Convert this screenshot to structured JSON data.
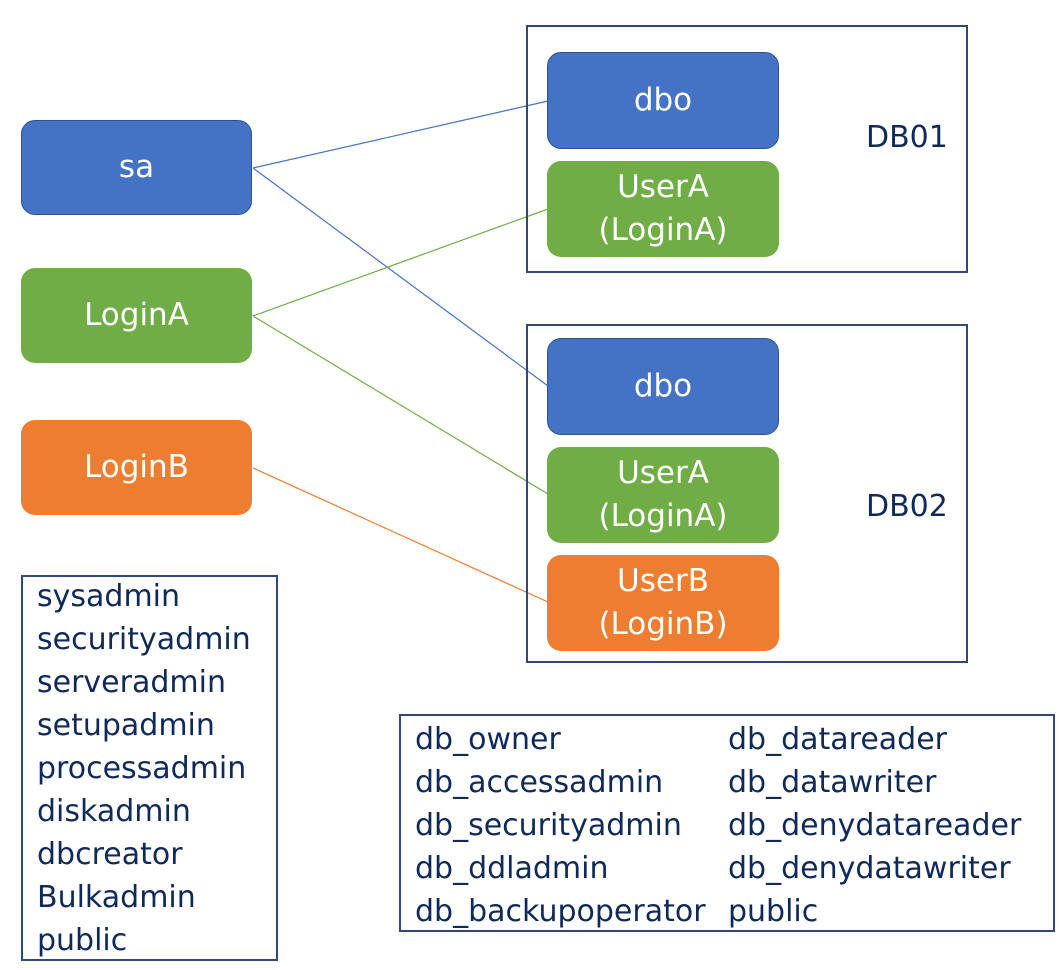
{
  "logins": {
    "sa": "sa",
    "logina": "LoginA",
    "loginb": "LoginB"
  },
  "db01": {
    "label": "DB01",
    "dbo": "dbo",
    "usera_line1": "UserA",
    "usera_line2": "(LoginA)"
  },
  "db02": {
    "label": "DB02",
    "dbo": "dbo",
    "usera_line1": "UserA",
    "usera_line2": "(LoginA)",
    "userb_line1": "UserB",
    "userb_line2": "(LoginB)"
  },
  "server_roles": [
    "sysadmin",
    "securityadmin",
    "serveradmin",
    "setupadmin",
    "processadmin",
    "diskadmin",
    "dbcreator",
    "Bulkadmin",
    "public"
  ],
  "database_roles": {
    "left": [
      "db_owner",
      "db_accessadmin",
      "db_securityadmin",
      "db_ddladmin",
      "db_backupoperator"
    ],
    "right": [
      "db_datareader",
      "db_datawriter",
      "db_denydatareader",
      "db_denydatawriter",
      "public"
    ]
  },
  "colors": {
    "blue": "#4472c4",
    "green": "#70ad47",
    "orange": "#ed7d31",
    "frame": "#2f4a7a"
  }
}
